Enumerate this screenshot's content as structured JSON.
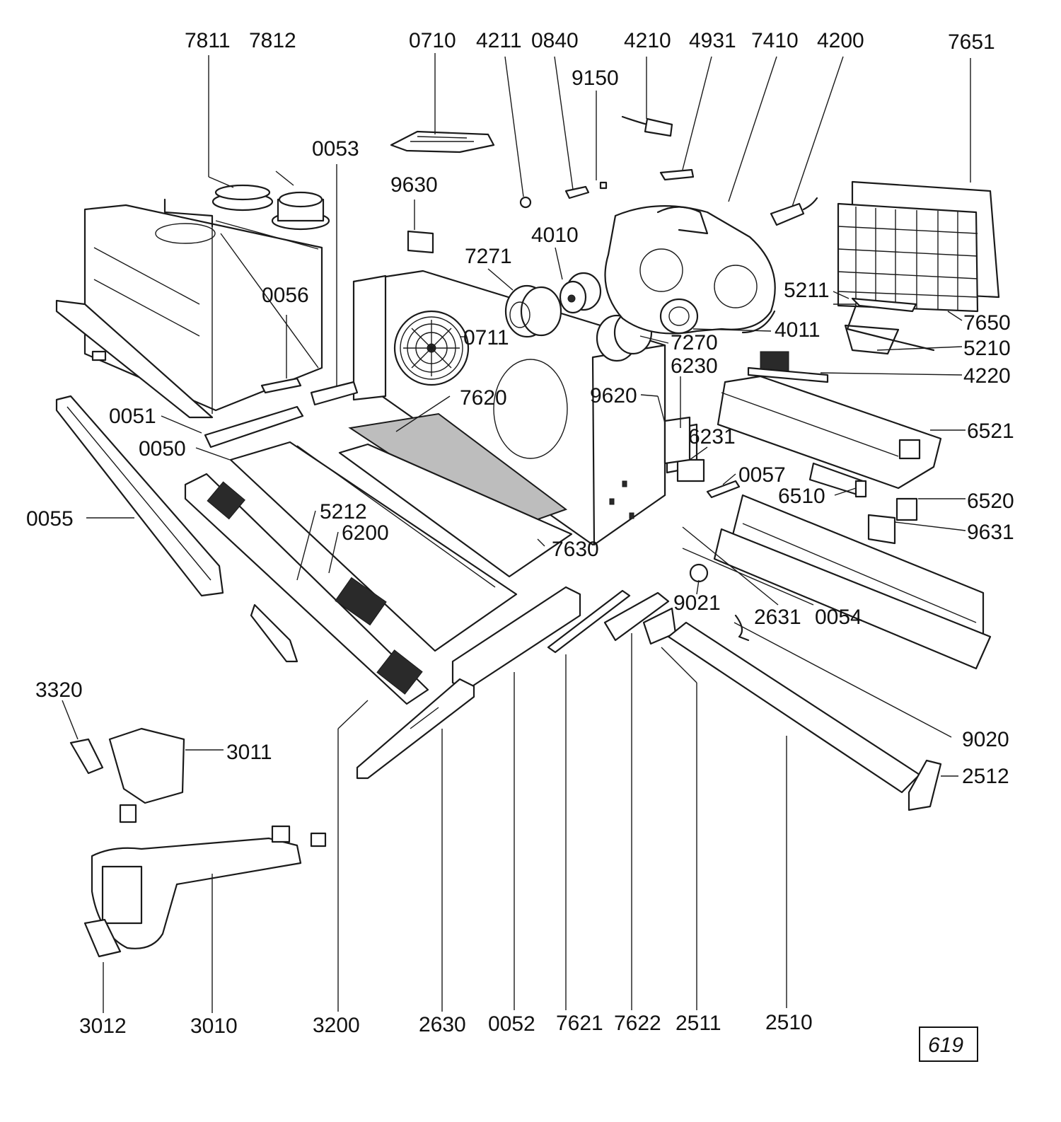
{
  "diagram": {
    "page_number": "619",
    "callouts": [
      "7811",
      "7812",
      "0710",
      "4211",
      "0840",
      "4210",
      "4931",
      "7410",
      "4200",
      "7651",
      "9150",
      "0053",
      "9630",
      "4010",
      "7271",
      "0056",
      "0711",
      "5211",
      "7650",
      "7270",
      "4011",
      "5210",
      "6230",
      "4220",
      "0051",
      "7620",
      "9620",
      "6521",
      "0050",
      "6231",
      "0057",
      "6510",
      "6520",
      "5212",
      "0055",
      "6200",
      "9631",
      "7630",
      "9021",
      "2631",
      "0054",
      "3320",
      "3011",
      "9020",
      "2512",
      "3012",
      "3010",
      "3200",
      "2630",
      "0052",
      "7621",
      "7622",
      "2511",
      "2510"
    ]
  }
}
